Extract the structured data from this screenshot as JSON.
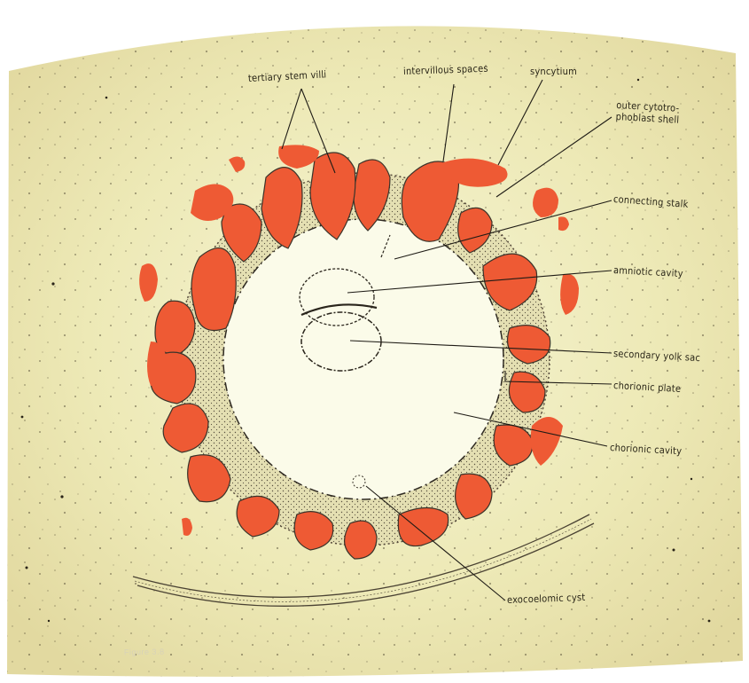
{
  "figure": {
    "caption": "Figure 3.8",
    "labels": {
      "tertiary_stem_villi": "tertiary stem villi",
      "intervillous_spaces": "intervillous spaces",
      "syncytium": "syncytium",
      "outer_cytotrophoblast_shell": "outer cytotro-phoblast shell",
      "connecting_stalk": "connecting stalk",
      "amniotic_cavity": "amniotic cavity",
      "secondary_yolk_sac": "secondary yolk sac",
      "chorionic_plate": "chorionic plate",
      "chorionic_cavity": "chorionic cavity",
      "exocoelomic_cyst": "exocoelomic cyst"
    }
  },
  "colors": {
    "page": "#eeeab8",
    "page_glow": "#f4f3c9",
    "villi_red": "#ee5a34",
    "outline": "#3a342a",
    "cavity": "#fbfbe9"
  }
}
